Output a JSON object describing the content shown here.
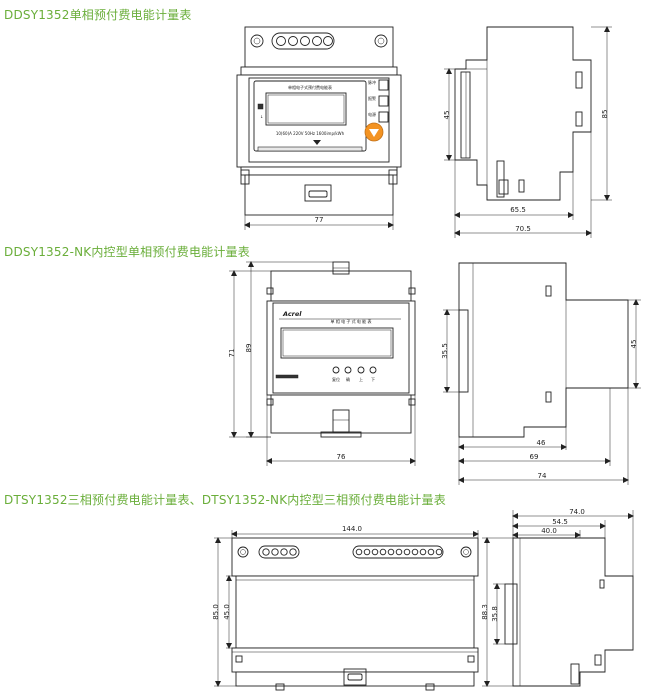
{
  "sections": [
    {
      "title": "DDSY1352单相预付费电能计量表",
      "front": {
        "lcd_header": "单相电子式预付费电能表",
        "lcd_bottom_text": "10(60)A  220V  50Hz  1600imp/kWh",
        "side_labels": [
          "脉冲",
          "报警",
          "电源"
        ],
        "dimensions": {
          "width": "77"
        }
      },
      "side": {
        "dimensions": {
          "height_inner": "45",
          "height_outer": "85",
          "depth_inner": "65.5",
          "depth_outer": "70.5"
        }
      }
    },
    {
      "title": "DDSY1352-NK内控型单相预付费电能计量表",
      "front": {
        "brand": "Acrel",
        "lcd_header": "单 相 电 子 式 电 能 表",
        "button_labels": [
          "复位",
          "确",
          "上",
          "下"
        ],
        "dimensions": {
          "height_outer": "71",
          "height_inner": "89",
          "width": "76"
        }
      },
      "side": {
        "dimensions": {
          "height_inner": "35.5",
          "height_outer": "45",
          "depth_1": "46",
          "depth_2": "69",
          "depth_3": "74"
        }
      }
    },
    {
      "title": "DTSY1352三相预付费电能计量表、DTSY1352-NK内控型三相预付费电能计量表",
      "front": {
        "dimensions": {
          "width": "144.0",
          "height_outer": "85.0",
          "height_inner": "45.0"
        }
      },
      "side": {
        "dimensions": {
          "depth_outer": "74.0",
          "depth_mid": "54.5",
          "depth_inner": "40.0",
          "height_outer": "88.3",
          "height_inner": "35.8"
        }
      }
    }
  ]
}
